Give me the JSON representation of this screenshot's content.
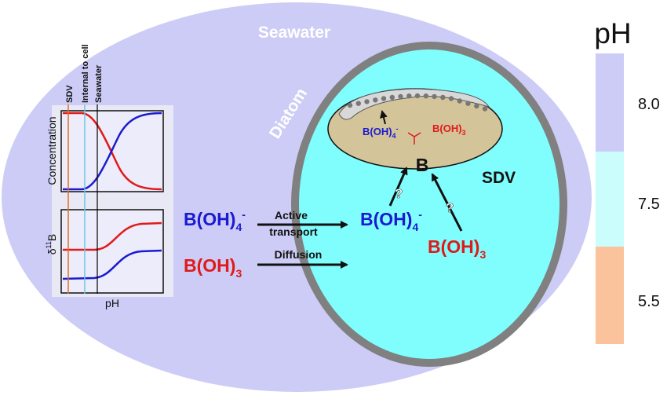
{
  "labels": {
    "seawater": "Seawater",
    "diatom": "Diatom",
    "sdv": "SDV",
    "boron": "B",
    "question": "?",
    "borate_base": "B(OH)",
    "borate_sub": "4",
    "borate_sup": "-",
    "boric_base": "B(OH)",
    "boric_sub": "3",
    "active_transport_1": "Active",
    "active_transport_2": "transport",
    "diffusion": "Diffusion"
  },
  "mini_plots": {
    "vline_labels": [
      "SDV",
      "Internal to cell",
      "Seawater"
    ],
    "concentration_ylabel": "Concentration",
    "isotope_ylabel_delta": "δ",
    "isotope_ylabel_sup": "11",
    "isotope_ylabel_base": "B",
    "xlabel": "pH"
  },
  "ph_scale": {
    "title": "pH",
    "levels": [
      {
        "label": "8.0",
        "color": "#ccccf6"
      },
      {
        "label": "7.5",
        "color": "#ccfdfd"
      },
      {
        "label": "5.5",
        "color": "#fbc39c"
      }
    ]
  },
  "colors": {
    "seawater": "#ccccf6",
    "cell_interior": "#80fdfd",
    "cell_wall": "#808080",
    "sdv": "#d4c49a",
    "borate": "#1a1ad0",
    "boric": "#e01a1a",
    "seawater_line": "#000000",
    "internal_line": "#6fc6e8",
    "sdv_line": "#e07020"
  }
}
